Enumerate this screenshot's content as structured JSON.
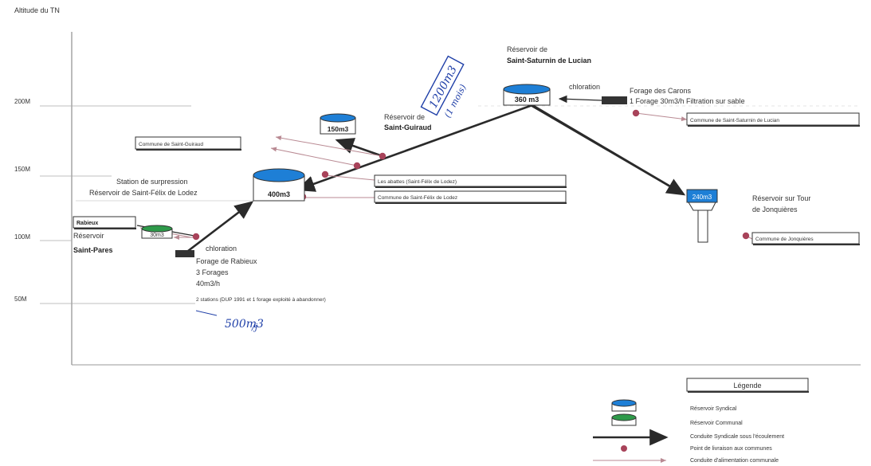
{
  "axis": {
    "title": "Altitude du TN",
    "ticks": [
      "200M",
      "150M",
      "100M",
      "50M"
    ]
  },
  "reservoirs": {
    "saint_saturnin": {
      "title_line1": "Réservoir de",
      "title_line2": "Saint-Saturnin de Lucian",
      "capacity": "360 m3",
      "color": "#1e7fd6"
    },
    "saint_guiraud": {
      "title_line1": "Réservoir de",
      "title_line2": "Saint-Guiraud",
      "capacity": "150m3"
    },
    "saint_felix": {
      "title_line1": "Station de surpression",
      "title_line2": "Réservoir de Saint-Félix de Lodez",
      "capacity": "400m3"
    },
    "saint_pargoire": {
      "title_line1": "Réservoir",
      "title_line2": "Saint-Pares",
      "capacity": "30m3",
      "color": "#2e9a4a"
    },
    "jonquieres": {
      "title_line1": "Réservoir sur Tour",
      "title_line2": "de Jonquières",
      "capacity": "240m3"
    }
  },
  "forages": {
    "carons": {
      "chloration": "chloration",
      "title": "Forage des Carons",
      "detail": "1 Forage 30m3/h Filtration sur sable"
    },
    "rabieux": {
      "chloration": "chloration",
      "title": "Forage de Rabieux",
      "line2": "3 Forages",
      "line3": "40m3/h",
      "detail": "2 stations (DUP 1991 et 1 forage exploité à abandonner)"
    }
  },
  "communes": {
    "saint_saturnin": "Commune de Saint-Saturnin de Lucian",
    "saint_guiraud": "Commune de Saint-Guiraud",
    "les_aires": "Les abattes (Saint-Félix de Lodez)",
    "saint_felix": "Commune de Saint-Félix de Lodez",
    "rabieux": "Rabieux",
    "jonquieres": "Commune de Jonquières"
  },
  "handwritten": {
    "note1_line1": "1200m3",
    "note1_line2": "(1 mois)",
    "note2_line1": "500m3",
    "note2_line2": "/j"
  },
  "legend": {
    "title": "Légende",
    "items": [
      "Réservoir Syndical",
      "Réservoir Communal",
      "Conduite Syndicale sous l'écoulement",
      "Point de livraison aux communes",
      "Conduite d'alimentation communale"
    ]
  },
  "colors": {
    "syndical": "#1e7fd6",
    "communal": "#2e9a4a",
    "point": "#a8435a",
    "main_line": "#2a2a2a",
    "branch_line": "#b98a93"
  }
}
